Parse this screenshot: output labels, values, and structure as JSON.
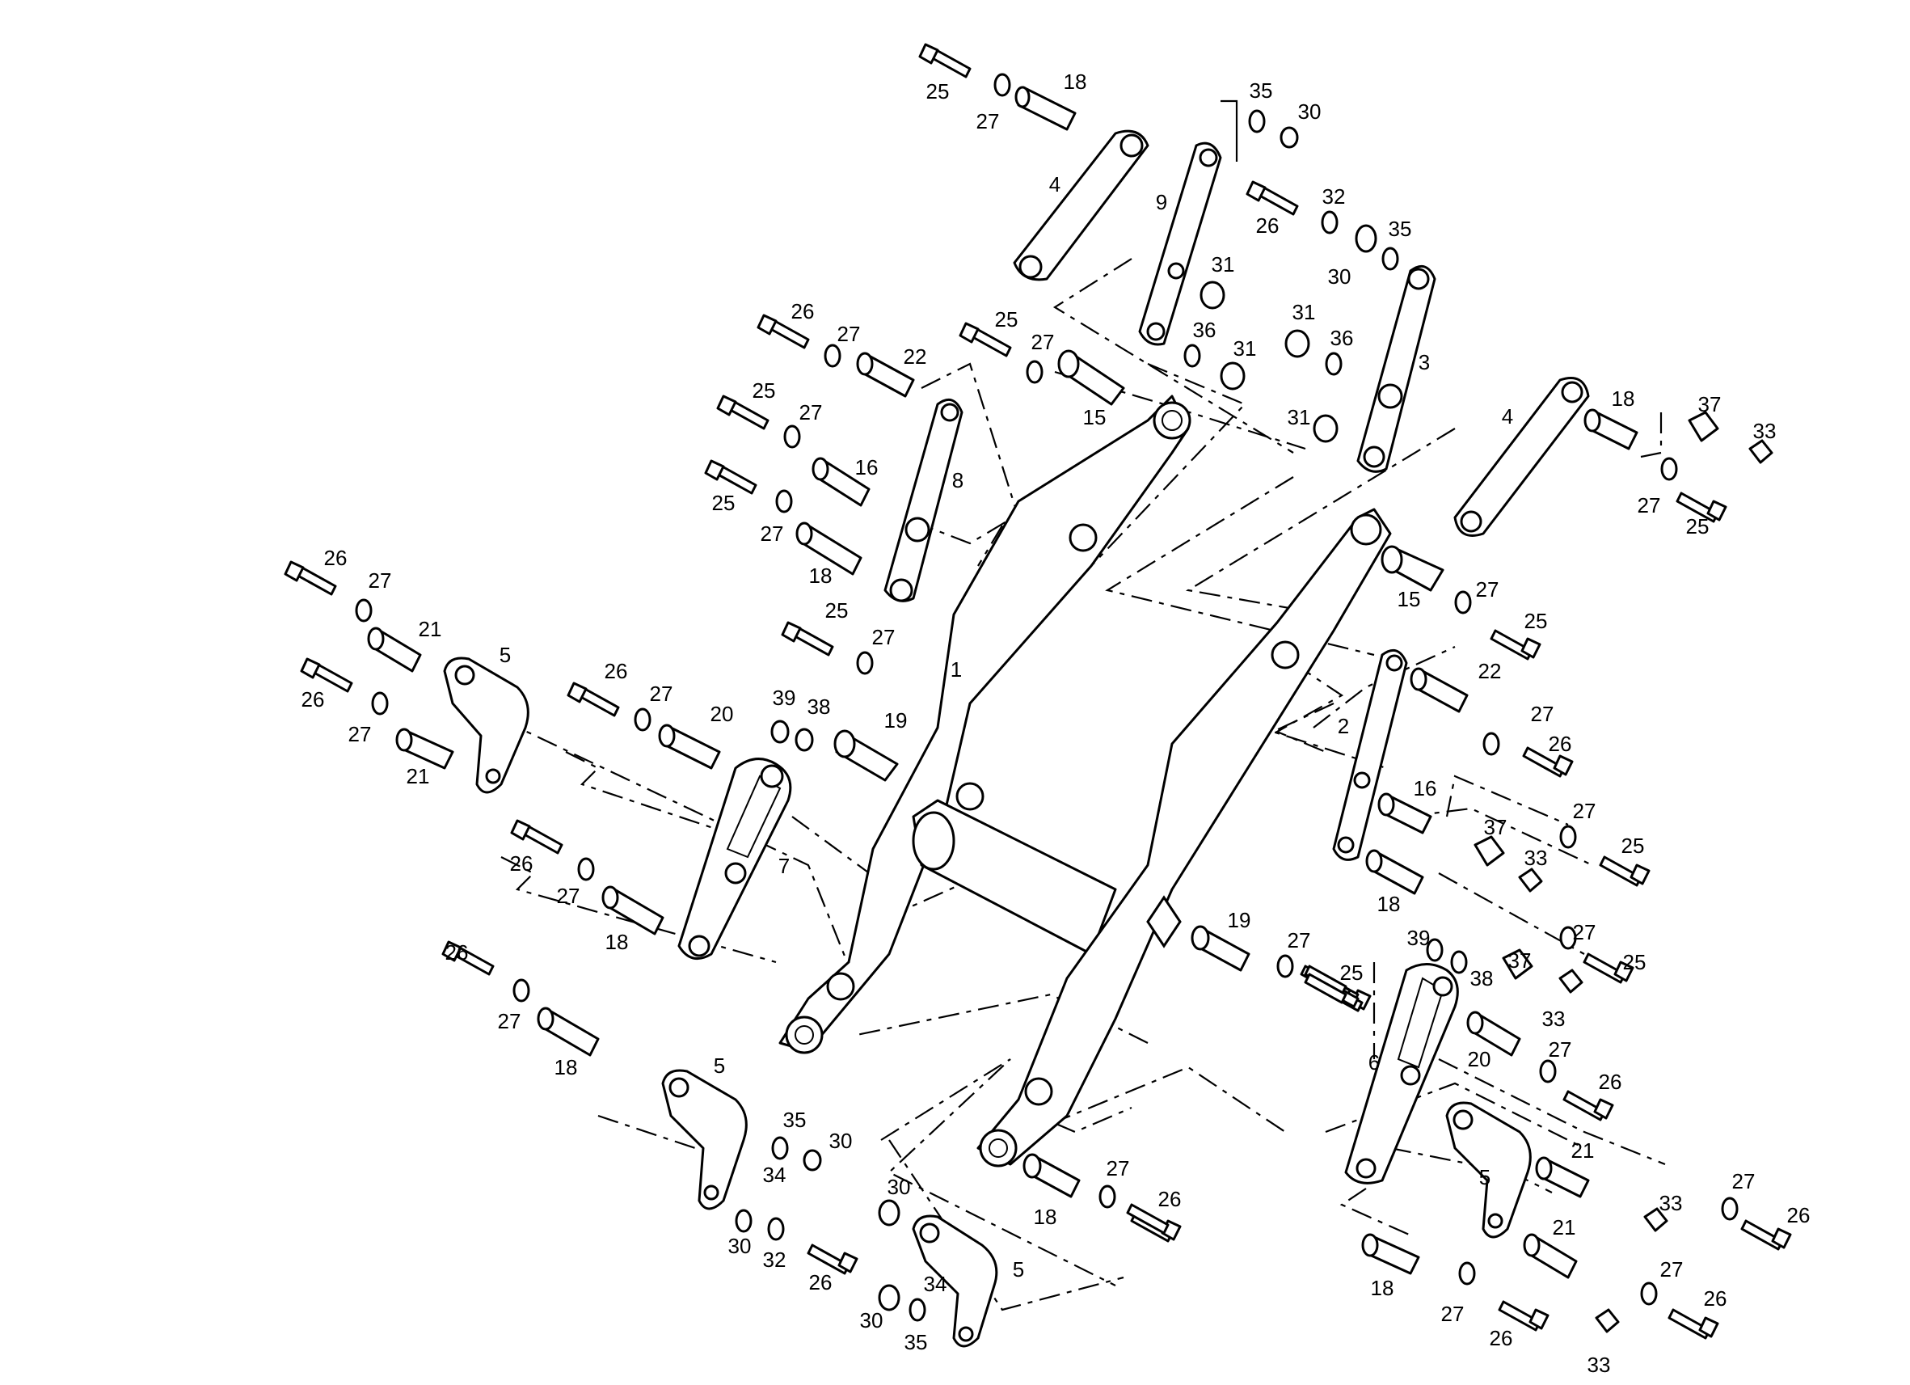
{
  "labels": [
    {
      "id": "l-25-a",
      "text": "25"
    },
    {
      "id": "l-27-a",
      "text": "27"
    },
    {
      "id": "l-18-a",
      "text": "18"
    },
    {
      "id": "l-35-a",
      "text": "35"
    },
    {
      "id": "l-30-a",
      "text": "30"
    },
    {
      "id": "l-4-a",
      "text": "4"
    },
    {
      "id": "l-9",
      "text": "9"
    },
    {
      "id": "l-26-a",
      "text": "26"
    },
    {
      "id": "l-32-a",
      "text": "32"
    },
    {
      "id": "l-35-b",
      "text": "35"
    },
    {
      "id": "l-30-b",
      "text": "30"
    },
    {
      "id": "l-31-a",
      "text": "31"
    },
    {
      "id": "l-31-b",
      "text": "31"
    },
    {
      "id": "l-36-a",
      "text": "36"
    },
    {
      "id": "l-31-c",
      "text": "31"
    },
    {
      "id": "l-36-b",
      "text": "36"
    },
    {
      "id": "l-3",
      "text": "3"
    },
    {
      "id": "l-31-d",
      "text": "31"
    },
    {
      "id": "l-26-b",
      "text": "26"
    },
    {
      "id": "l-27-b",
      "text": "27"
    },
    {
      "id": "l-22-a",
      "text": "22"
    },
    {
      "id": "l-25-b",
      "text": "25"
    },
    {
      "id": "l-27-c",
      "text": "27"
    },
    {
      "id": "l-15-a",
      "text": "15"
    },
    {
      "id": "l-25-c",
      "text": "25"
    },
    {
      "id": "l-27-d",
      "text": "27"
    },
    {
      "id": "l-16-a",
      "text": "16"
    },
    {
      "id": "l-8",
      "text": "8"
    },
    {
      "id": "l-25-d",
      "text": "25"
    },
    {
      "id": "l-27-e",
      "text": "27"
    },
    {
      "id": "l-18-b",
      "text": "18"
    },
    {
      "id": "l-4-b",
      "text": "4"
    },
    {
      "id": "l-18-c",
      "text": "18"
    },
    {
      "id": "l-37-a",
      "text": "37"
    },
    {
      "id": "l-33-a",
      "text": "33"
    },
    {
      "id": "l-27-f",
      "text": "27"
    },
    {
      "id": "l-25-e",
      "text": "25"
    },
    {
      "id": "l-26-c",
      "text": "26"
    },
    {
      "id": "l-27-g",
      "text": "27"
    },
    {
      "id": "l-21-a",
      "text": "21"
    },
    {
      "id": "l-5-a",
      "text": "5"
    },
    {
      "id": "l-26-d",
      "text": "26"
    },
    {
      "id": "l-27-h",
      "text": "27"
    },
    {
      "id": "l-21-b",
      "text": "21"
    },
    {
      "id": "l-15-b",
      "text": "15"
    },
    {
      "id": "l-27-i",
      "text": "27"
    },
    {
      "id": "l-25-f",
      "text": "25"
    },
    {
      "id": "l-25-g",
      "text": "25"
    },
    {
      "id": "l-27-j",
      "text": "27"
    },
    {
      "id": "l-1",
      "text": "1"
    },
    {
      "id": "l-26-e",
      "text": "26"
    },
    {
      "id": "l-27-k",
      "text": "27"
    },
    {
      "id": "l-20-a",
      "text": "20"
    },
    {
      "id": "l-39-a",
      "text": "39"
    },
    {
      "id": "l-38-a",
      "text": "38"
    },
    {
      "id": "l-19-a",
      "text": "19"
    },
    {
      "id": "l-22-b",
      "text": "22"
    },
    {
      "id": "l-27-l",
      "text": "27"
    },
    {
      "id": "l-26-f",
      "text": "26"
    },
    {
      "id": "l-2",
      "text": "2"
    },
    {
      "id": "l-16-b",
      "text": "16"
    },
    {
      "id": "l-37-b",
      "text": "37"
    },
    {
      "id": "l-33-b",
      "text": "33"
    },
    {
      "id": "l-27-m",
      "text": "27"
    },
    {
      "id": "l-25-h",
      "text": "25"
    },
    {
      "id": "l-18-d",
      "text": "18"
    },
    {
      "id": "l-7",
      "text": "7"
    },
    {
      "id": "l-26-g",
      "text": "26"
    },
    {
      "id": "l-27-n",
      "text": "27"
    },
    {
      "id": "l-18-e",
      "text": "18"
    },
    {
      "id": "l-19-b",
      "text": "19"
    },
    {
      "id": "l-27-o",
      "text": "27"
    },
    {
      "id": "l-25-i",
      "text": "25"
    },
    {
      "id": "l-27-p",
      "text": "27"
    },
    {
      "id": "l-25-j",
      "text": "25"
    },
    {
      "id": "l-39-b",
      "text": "39"
    },
    {
      "id": "l-38-b",
      "text": "38"
    },
    {
      "id": "l-37-c",
      "text": "37"
    },
    {
      "id": "l-33-c",
      "text": "33"
    },
    {
      "id": "l-26-h",
      "text": "26"
    },
    {
      "id": "l-27-q",
      "text": "27"
    },
    {
      "id": "l-18-f",
      "text": "18"
    },
    {
      "id": "l-6",
      "text": "6"
    },
    {
      "id": "l-20-b",
      "text": "20"
    },
    {
      "id": "l-27-r",
      "text": "27"
    },
    {
      "id": "l-26-i",
      "text": "26"
    },
    {
      "id": "l-5-b",
      "text": "5"
    },
    {
      "id": "l-35-c",
      "text": "35"
    },
    {
      "id": "l-30-c",
      "text": "30"
    },
    {
      "id": "l-34-a",
      "text": "34"
    },
    {
      "id": "l-30-d",
      "text": "30"
    },
    {
      "id": "l-32-b",
      "text": "32"
    },
    {
      "id": "l-26-j",
      "text": "26"
    },
    {
      "id": "l-27-s",
      "text": "27"
    },
    {
      "id": "l-26-k",
      "text": "26"
    },
    {
      "id": "l-18-g",
      "text": "18"
    },
    {
      "id": "l-30-e",
      "text": "30"
    },
    {
      "id": "l-5-c",
      "text": "5"
    },
    {
      "id": "l-30-f",
      "text": "30"
    },
    {
      "id": "l-34-b",
      "text": "34"
    },
    {
      "id": "l-35-d",
      "text": "35"
    },
    {
      "id": "l-21-c",
      "text": "21"
    },
    {
      "id": "l-33-d",
      "text": "33"
    },
    {
      "id": "l-27-t",
      "text": "27"
    },
    {
      "id": "l-26-l",
      "text": "26"
    },
    {
      "id": "l-5-d",
      "text": "5"
    },
    {
      "id": "l-21-d",
      "text": "21"
    },
    {
      "id": "l-27-u",
      "text": "27"
    },
    {
      "id": "l-26-m",
      "text": "26"
    },
    {
      "id": "l-18-h",
      "text": "18"
    },
    {
      "id": "l-27-v",
      "text": "27"
    },
    {
      "id": "l-26-n",
      "text": "26"
    },
    {
      "id": "l-33-e",
      "text": "33"
    }
  ]
}
